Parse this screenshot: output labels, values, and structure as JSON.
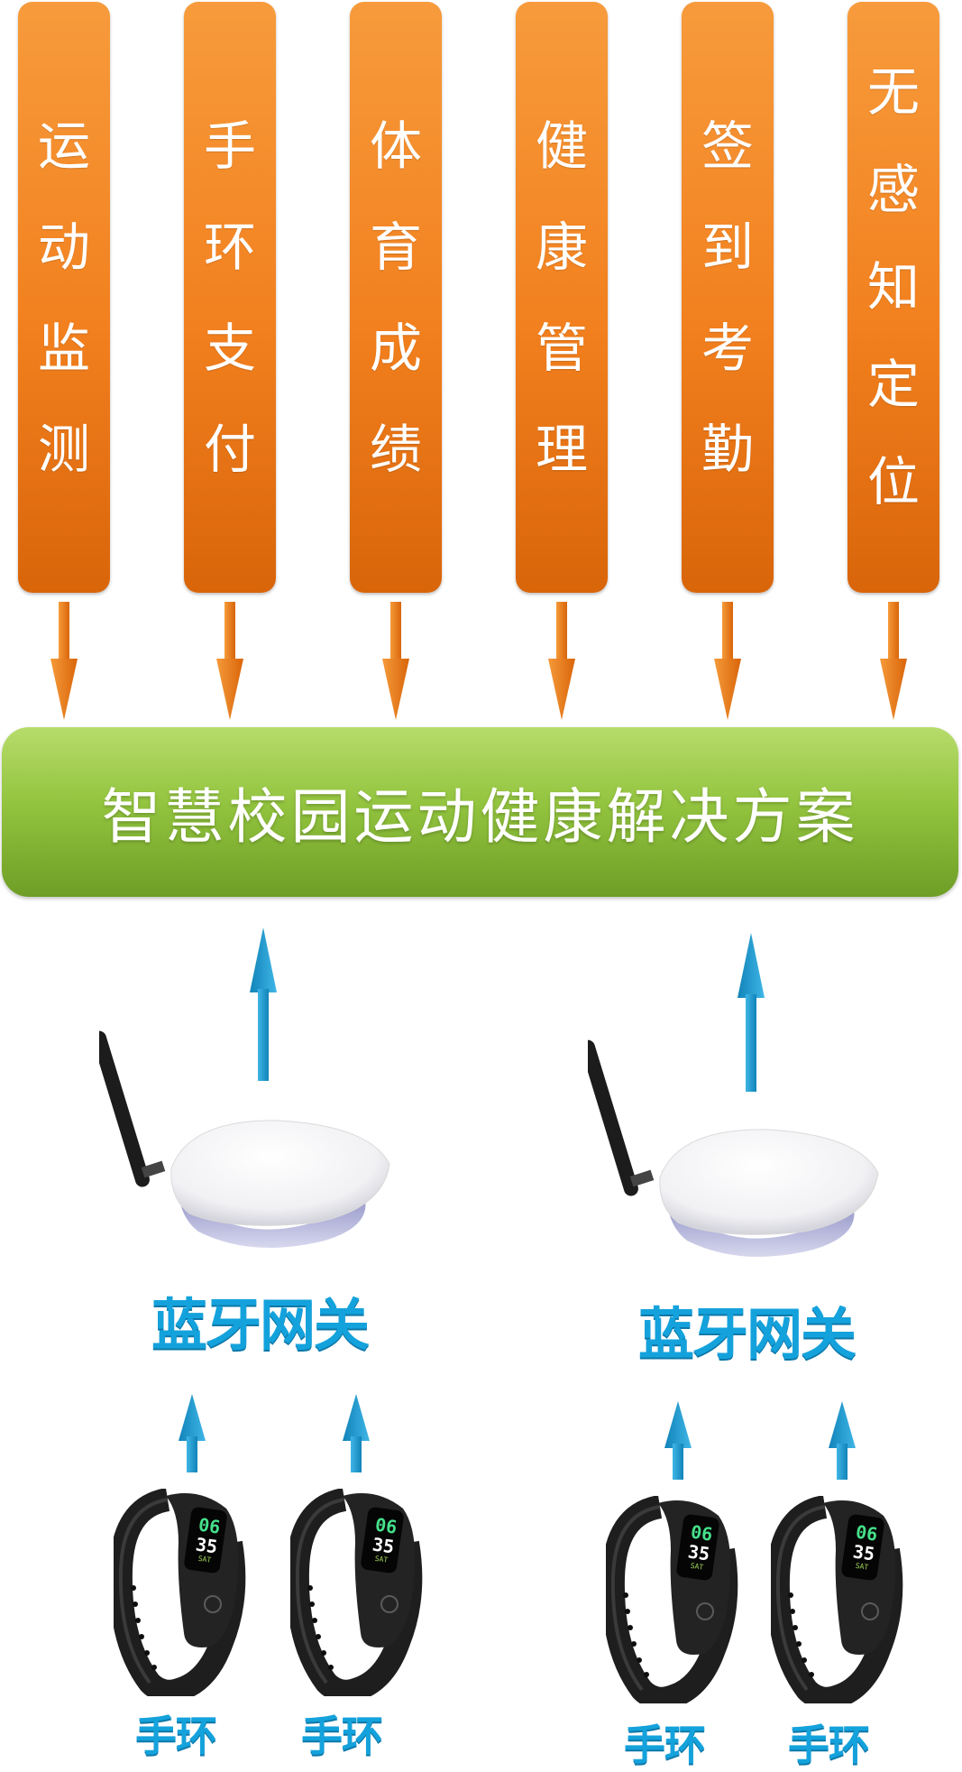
{
  "features": [
    {
      "label": "运动监测",
      "chars": [
        "运",
        "动",
        "监",
        "测"
      ]
    },
    {
      "label": "手环支付",
      "chars": [
        "手",
        "环",
        "支",
        "付"
      ]
    },
    {
      "label": "体育成绩",
      "chars": [
        "体",
        "育",
        "成",
        "绩"
      ]
    },
    {
      "label": "健康管理",
      "chars": [
        "健",
        "康",
        "管",
        "理"
      ]
    },
    {
      "label": "签到考勤",
      "chars": [
        "签",
        "到",
        "考",
        "勤"
      ]
    },
    {
      "label": "无感知定位",
      "chars": [
        "无",
        "感",
        "知",
        "定",
        "位"
      ]
    }
  ],
  "solution": {
    "title": "智慧校园运动健康解决方案"
  },
  "gateways": [
    {
      "label": "蓝牙网关"
    },
    {
      "label": "蓝牙网关"
    }
  ],
  "bracelets": [
    {
      "label": "手环",
      "hour": "06",
      "minute": "35",
      "day": "SAT"
    },
    {
      "label": "手环",
      "hour": "06",
      "minute": "35",
      "day": "SAT"
    },
    {
      "label": "手环",
      "hour": "06",
      "minute": "35",
      "day": "SAT"
    },
    {
      "label": "手环",
      "hour": "06",
      "minute": "35",
      "day": "SAT"
    }
  ],
  "colors": {
    "feature_box": "#f2801e",
    "feature_arrow": "#ee7b14",
    "banner": "#93c43f",
    "label_blue": "#14a2dc",
    "up_arrow": "#1b9ad2"
  },
  "icons": [
    "down-arrow",
    "up-arrow",
    "bluetooth-gateway-device",
    "smart-bracelet-device"
  ]
}
